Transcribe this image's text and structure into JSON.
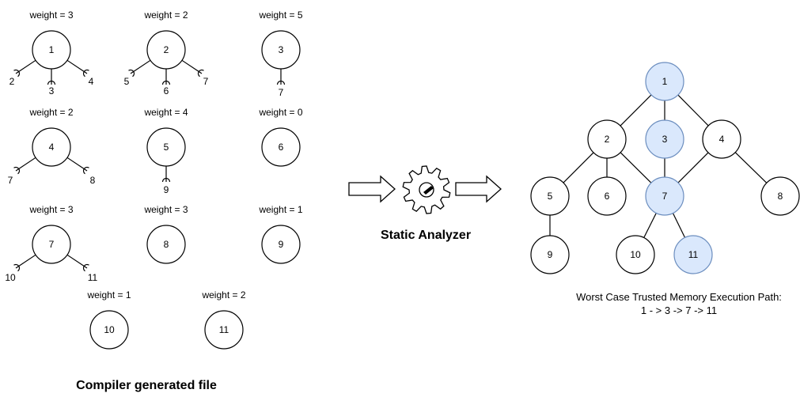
{
  "left_panel": {
    "caption": "Compiler generated file",
    "functions": [
      {
        "id": "1",
        "weight": "weight = 3",
        "calls": [
          "2",
          "3",
          "4"
        ]
      },
      {
        "id": "2",
        "weight": "weight = 2",
        "calls": [
          "5",
          "6",
          "7"
        ]
      },
      {
        "id": "3",
        "weight": "weight = 5",
        "calls": [
          "7"
        ]
      },
      {
        "id": "4",
        "weight": "weight = 2",
        "calls": [
          "7",
          "8"
        ]
      },
      {
        "id": "5",
        "weight": "weight = 4",
        "calls": [
          "9"
        ]
      },
      {
        "id": "6",
        "weight": "weight = 0",
        "calls": []
      },
      {
        "id": "7",
        "weight": "weight = 3",
        "calls": [
          "10",
          "11"
        ]
      },
      {
        "id": "8",
        "weight": "weight = 3",
        "calls": []
      },
      {
        "id": "9",
        "weight": "weight = 1",
        "calls": []
      },
      {
        "id": "10",
        "weight": "weight = 1",
        "calls": []
      },
      {
        "id": "11",
        "weight": "weight = 2",
        "calls": []
      }
    ]
  },
  "analyzer": {
    "label": "Static Analyzer",
    "icon": "gear-icon"
  },
  "right_panel": {
    "nodes": [
      {
        "id": "1",
        "highlighted": true
      },
      {
        "id": "2",
        "highlighted": false
      },
      {
        "id": "3",
        "highlighted": true
      },
      {
        "id": "4",
        "highlighted": false
      },
      {
        "id": "5",
        "highlighted": false
      },
      {
        "id": "6",
        "highlighted": false
      },
      {
        "id": "7",
        "highlighted": true
      },
      {
        "id": "8",
        "highlighted": false
      },
      {
        "id": "9",
        "highlighted": false
      },
      {
        "id": "10",
        "highlighted": false
      },
      {
        "id": "11",
        "highlighted": true
      }
    ],
    "edges": [
      [
        "1",
        "2"
      ],
      [
        "1",
        "3"
      ],
      [
        "1",
        "4"
      ],
      [
        "2",
        "5"
      ],
      [
        "2",
        "6"
      ],
      [
        "2",
        "7"
      ],
      [
        "3",
        "7"
      ],
      [
        "4",
        "7"
      ],
      [
        "4",
        "8"
      ],
      [
        "5",
        "9"
      ],
      [
        "7",
        "10"
      ],
      [
        "7",
        "11"
      ]
    ],
    "caption_line1": "Worst Case Trusted Memory Execution Path:",
    "caption_line2": "1 - > 3 -> 7 -> 11"
  },
  "colors": {
    "highlight_fill": "#dae8fc",
    "highlight_stroke": "#6c8ebf",
    "default_fill": "#ffffff",
    "stroke": "#000000"
  }
}
